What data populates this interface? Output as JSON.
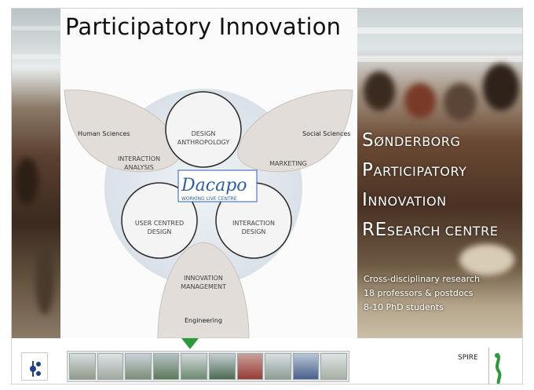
{
  "slide": {
    "title": "Participatory Innovation",
    "diagram": {
      "centre_logo": "Dacapo",
      "centre_logo_sub": "WORKING LIVE CENTRE",
      "circles": [
        {
          "id": "design-anthropology",
          "label_line1": "DESIGN",
          "label_line2": "ANTHROPOLOGY"
        },
        {
          "id": "user-centred-design",
          "label_line1": "USER CENTRED",
          "label_line2": "DESIGN"
        },
        {
          "id": "interaction-design",
          "label_line1": "INTERACTION",
          "label_line2": "DESIGN"
        }
      ],
      "petals": [
        {
          "id": "interaction-analysis",
          "heading": "Human Sciences",
          "label_line1": "INTERACTION",
          "label_line2": "ANALYSIS"
        },
        {
          "id": "marketing",
          "heading": "Social Sciences",
          "label_line1": "MARKETING",
          "label_line2": ""
        },
        {
          "id": "innovation-management",
          "heading": "Engineering",
          "label_line1": "INNOVATION",
          "label_line2": "MANAGEMENT"
        }
      ]
    },
    "centre_name": {
      "w1_first": "S",
      "w1_rest": "ØNDERBORG",
      "w2_first": "P",
      "w2_rest": "ARTICIPATORY",
      "w3_first": "I",
      "w3_rest": "NNOVATION",
      "w4_first": "RE",
      "w4_rest": "SEARCH CENTRE"
    },
    "stats": [
      "Cross-disciplinary research",
      "18 professors & postdocs",
      "8-10 PhD students"
    ]
  },
  "footer": {
    "spire_label": "SPIRE"
  },
  "colors": {
    "accent_green": "#2a9a3a",
    "dacapo_blue": "#2b5fb0",
    "circle_fill": "#f4f4f4",
    "petal_fill": "#e2ddd8"
  }
}
